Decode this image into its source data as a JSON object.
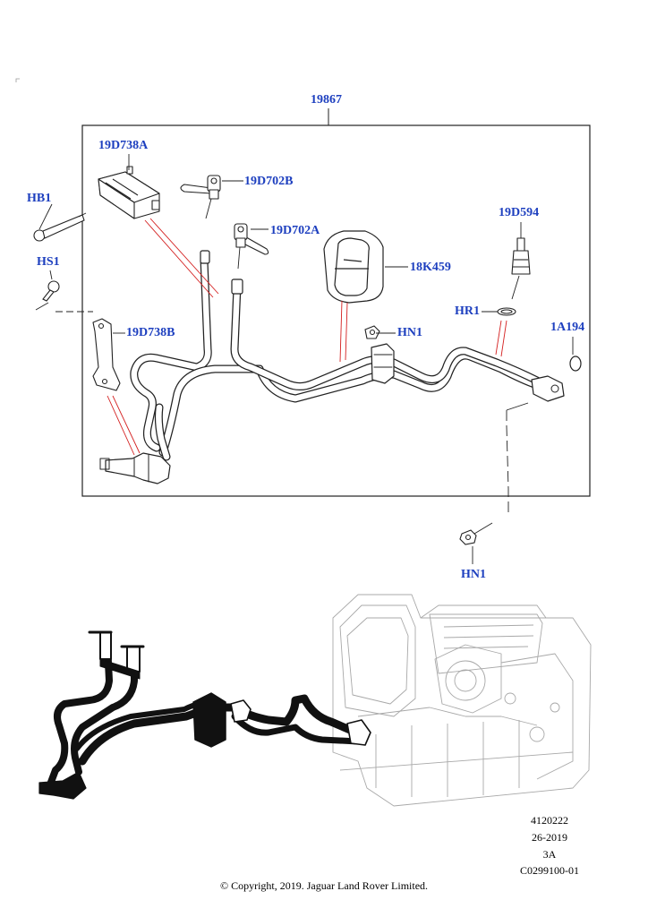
{
  "callouts": {
    "assembly": "19867",
    "sensor_a": "19D738A",
    "valve_b": "19D702B",
    "valve_a": "19D702A",
    "bolt": "HB1",
    "screw": "HS1",
    "bracket_b": "19D738B",
    "block": "18K459",
    "nut_clip": "HN1",
    "switch": "19D594",
    "ring": "HR1",
    "oring": "1A194",
    "nut_lower": "HN1"
  },
  "reference": {
    "illustration_number": "4120222",
    "date": "26-2019",
    "revision": "3A",
    "catalog_code": "C0299100-01"
  },
  "copyright": "© Copyright, 2019. Jaguar Land Rover Limited.",
  "colors": {
    "callout_text": "#1d3fbf",
    "leader_red": "#d41f1f",
    "line_black": "#111111",
    "ghost_gray": "#a8a8a8"
  }
}
